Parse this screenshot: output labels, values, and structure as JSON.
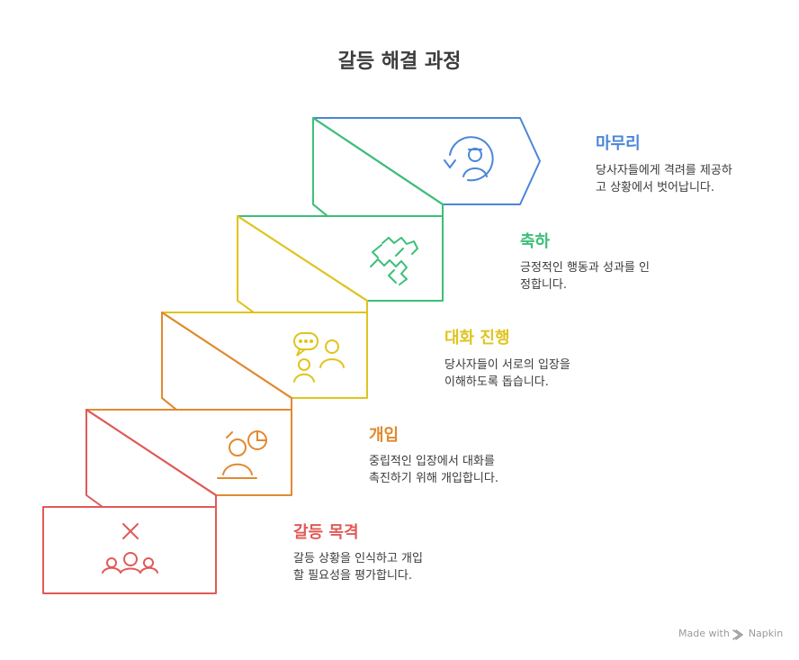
{
  "title": "갈등 해결 과정",
  "steps": [
    {
      "title": "갈등 목격",
      "desc_1": "갈등 상황을 인식하고 개입",
      "desc_2": "할 필요성을 평가합니다.",
      "color": "#e05a57",
      "icon": "conflict-group-icon"
    },
    {
      "title": "개입",
      "desc_1": "중립적인 입장에서 대화를",
      "desc_2": "촉진하기 위해 개입합니다.",
      "color": "#e08a30",
      "icon": "mediator-icon"
    },
    {
      "title": "대화 진행",
      "desc_1": "당사자들이 서로의 입장을",
      "desc_2": "이해하도록 돕습니다.",
      "color": "#e0c41e",
      "icon": "conversation-icon"
    },
    {
      "title": "축하",
      "desc_1": "긍정적인 행동과 성과를 인",
      "desc_2": "정합니다.",
      "color": "#3cbf78",
      "icon": "handshake-icon"
    },
    {
      "title": "마무리",
      "desc_1": "당사자들에게 격려를 제공하",
      "desc_2": "고 상황에서 벗어납니다.",
      "color": "#4a86d8",
      "icon": "person-cycle-icon"
    }
  ],
  "footer": {
    "made_with": "Made with",
    "brand": "Napkin"
  }
}
